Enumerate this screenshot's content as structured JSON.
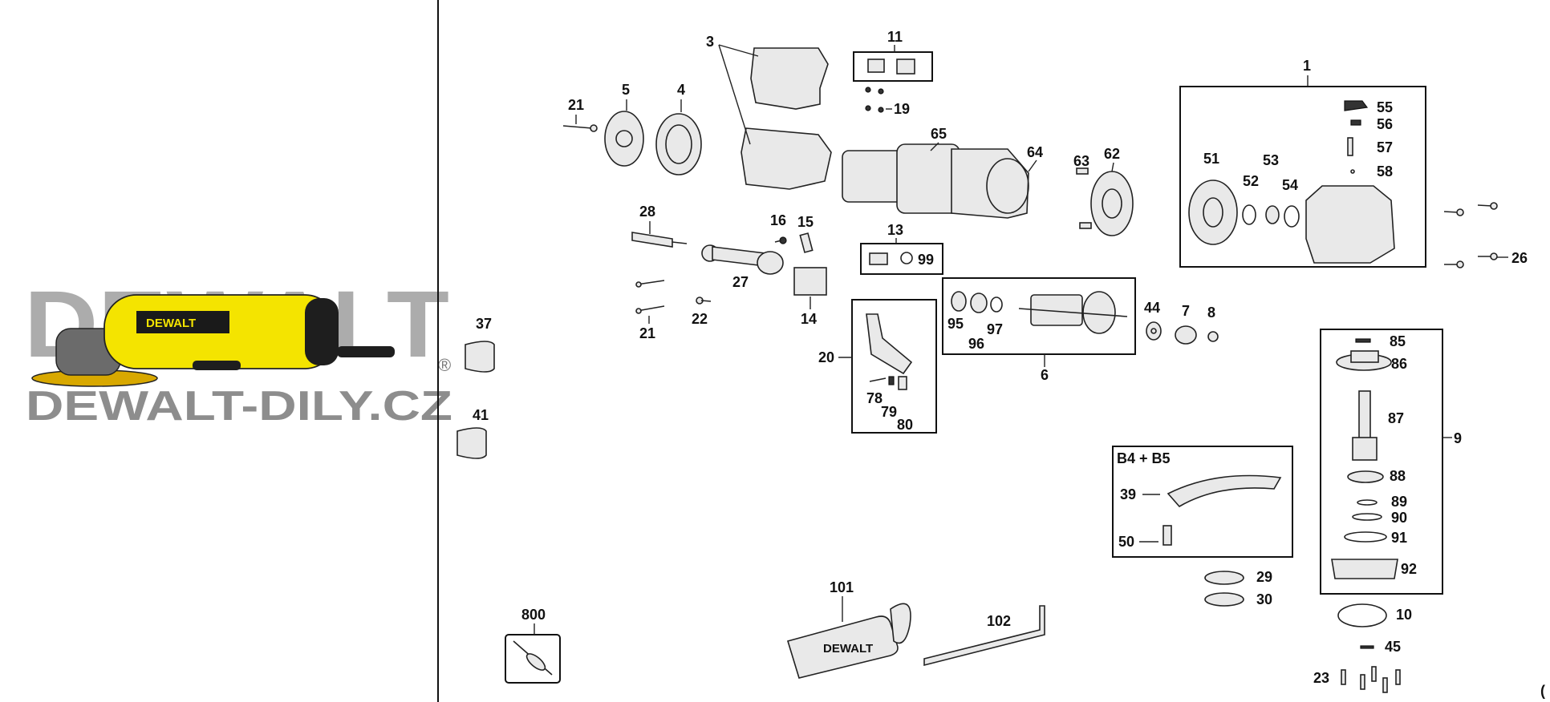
{
  "watermark": {
    "brand": "DEWALT",
    "url": "DEWALT-DILY.CZ",
    "registered": "®"
  },
  "product": {
    "tool_brand": "DEWALT",
    "handle_brand": "DEWALT"
  },
  "colors": {
    "tool_yellow": "#f4e400",
    "line": "#111111",
    "watermark_gray": "#7a7a7a"
  },
  "labels": {
    "p1": "1",
    "p3": "3",
    "p4": "4",
    "p5": "5",
    "p6": "6",
    "p7": "7",
    "p8": "8",
    "p9": "9",
    "p10": "10",
    "p11": "11",
    "p13": "13",
    "p14": "14",
    "p15": "15",
    "p16": "16",
    "p19": "19",
    "p20": "20",
    "p21a": "21",
    "p21b": "21",
    "p22": "22",
    "p23": "23",
    "p26": "26",
    "p27": "27",
    "p28": "28",
    "p29": "29",
    "p30": "30",
    "p37": "37",
    "p39": "39",
    "p41": "41",
    "p44": "44",
    "p45": "45",
    "p50": "50",
    "p51": "51",
    "p52": "52",
    "p53": "53",
    "p54": "54",
    "p55": "55",
    "p56": "56",
    "p57": "57",
    "p58": "58",
    "p62": "62",
    "p63": "63",
    "p64": "64",
    "p65": "65",
    "p78": "78",
    "p79": "79",
    "p80": "80",
    "p85": "85",
    "p86": "86",
    "p87": "87",
    "p88": "88",
    "p89": "89",
    "p90": "90",
    "p91": "91",
    "p92": "92",
    "p95": "95",
    "p96": "96",
    "p97": "97",
    "p99": "99",
    "p101": "101",
    "p102": "102",
    "p800": "800",
    "guard_kit": "B4 + B5"
  }
}
